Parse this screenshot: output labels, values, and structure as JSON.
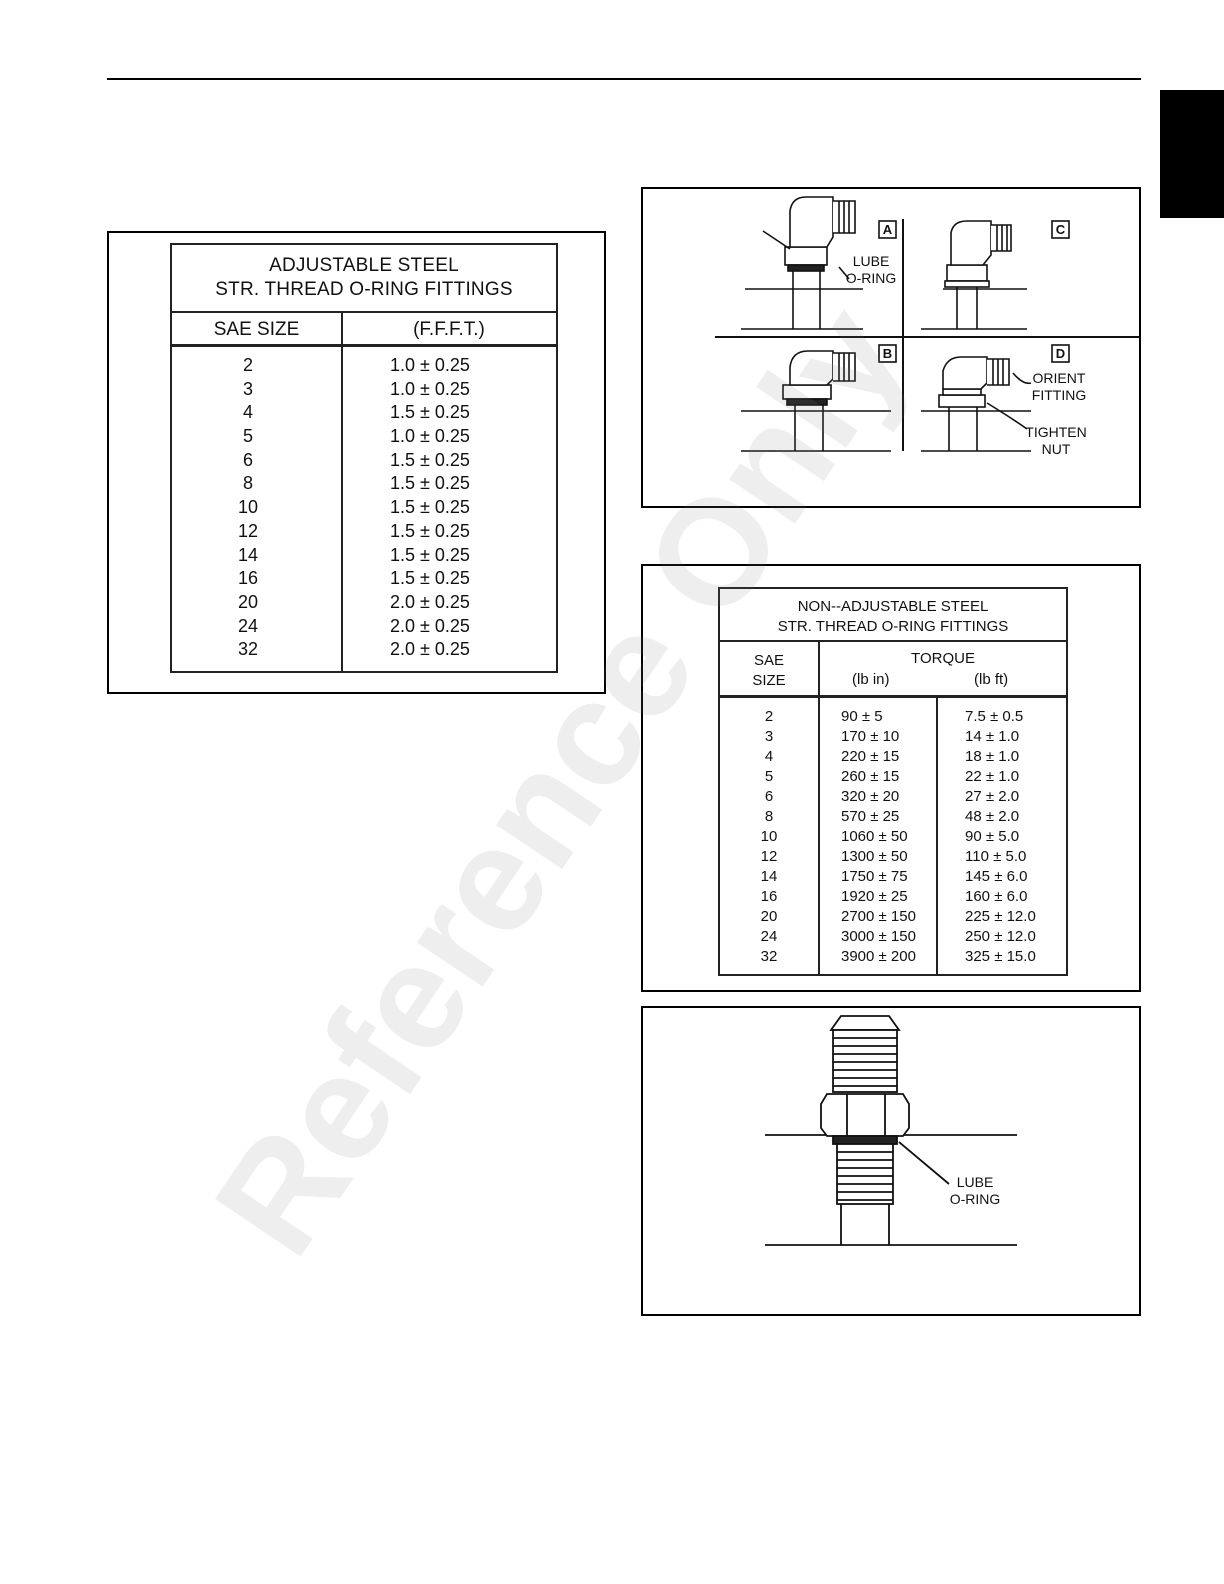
{
  "watermark": "Reference Only",
  "adjustable_table": {
    "title_line1": "ADJUSTABLE STEEL",
    "title_line2": "STR. THREAD O-RING FITTINGS",
    "col_size": "SAE SIZE",
    "col_value": "(F.F.F.T.)",
    "rows": [
      {
        "size": "2",
        "value": "1.0 ± 0.25"
      },
      {
        "size": "3",
        "value": "1.0 ± 0.25"
      },
      {
        "size": "4",
        "value": "1.5 ± 0.25"
      },
      {
        "size": "5",
        "value": "1.0 ± 0.25"
      },
      {
        "size": "6",
        "value": "1.5 ± 0.25"
      },
      {
        "size": "8",
        "value": "1.5 ± 0.25"
      },
      {
        "size": "10",
        "value": "1.5 ± 0.25"
      },
      {
        "size": "12",
        "value": "1.5 ± 0.25"
      },
      {
        "size": "14",
        "value": "1.5 ± 0.25"
      },
      {
        "size": "16",
        "value": "1.5 ± 0.25"
      },
      {
        "size": "20",
        "value": "2.0 ± 0.25"
      },
      {
        "size": "24",
        "value": "2.0 ± 0.25"
      },
      {
        "size": "32",
        "value": "2.0 ± 0.25"
      }
    ]
  },
  "adjustable_diagram": {
    "panel_a": "A",
    "panel_b": "B",
    "panel_c": "C",
    "panel_d": "D",
    "lube_label": "LUBE",
    "oring_label": "O-RING",
    "orient_label": "ORIENT",
    "fitting_label": "FITTING",
    "tighten_label": "TIGHTEN",
    "nut_label": "NUT"
  },
  "non_adjustable_table": {
    "title_line1": "NON--ADJUSTABLE STEEL",
    "title_line2": "STR. THREAD O-RING FITTINGS",
    "col_size_line1": "SAE",
    "col_size_line2": "SIZE",
    "col_torque": "TORQUE",
    "col_lbin": "(lb in)",
    "col_lbft": "(lb ft)",
    "rows": [
      {
        "size": "2",
        "lbin": "90 ± 5",
        "lbft": "7.5 ± 0.5"
      },
      {
        "size": "3",
        "lbin": "170 ± 10",
        "lbft": "14 ± 1.0"
      },
      {
        "size": "4",
        "lbin": "220 ± 15",
        "lbft": "18 ± 1.0"
      },
      {
        "size": "5",
        "lbin": "260 ± 15",
        "lbft": "22 ± 1.0"
      },
      {
        "size": "6",
        "lbin": "320 ± 20",
        "lbft": "27 ± 2.0"
      },
      {
        "size": "8",
        "lbin": "570 ± 25",
        "lbft": "48 ± 2.0"
      },
      {
        "size": "10",
        "lbin": "1060 ± 50",
        "lbft": "90 ± 5.0"
      },
      {
        "size": "12",
        "lbin": "1300 ± 50",
        "lbft": "110 ± 5.0"
      },
      {
        "size": "14",
        "lbin": "1750 ± 75",
        "lbft": "145 ± 6.0"
      },
      {
        "size": "16",
        "lbin": "1920 ± 25",
        "lbft": "160 ± 6.0"
      },
      {
        "size": "20",
        "lbin": "2700 ± 150",
        "lbft": "225 ± 12.0"
      },
      {
        "size": "24",
        "lbin": "3000 ± 150",
        "lbft": "250 ± 12.0"
      },
      {
        "size": "32",
        "lbin": "3900 ± 200",
        "lbft": "325 ± 15.0"
      }
    ]
  },
  "fitting_diagram": {
    "lube_label": "LUBE",
    "oring_label": "O-RING"
  }
}
